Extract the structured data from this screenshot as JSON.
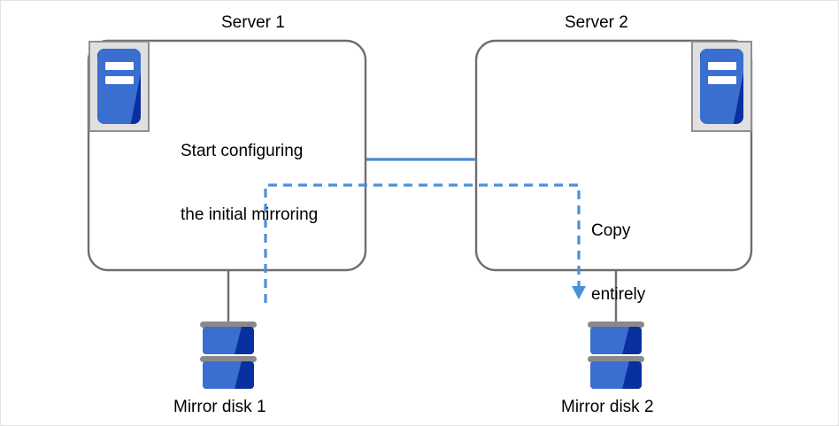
{
  "diagram": {
    "title_server1": "Server 1",
    "title_server2": "Server 2",
    "server1_body_text_line1": "Start configuring",
    "server1_body_text_line2": "the initial mirroring",
    "copy_label_line1": "Copy",
    "copy_label_line2": "entirely",
    "disk1_label": "Mirror disk 1",
    "disk2_label": "Mirror disk 2",
    "colors": {
      "box_outline": "#6e6e6e",
      "link_solid_blue": "#4a86d8",
      "link_dashed_blue": "#4a90d9",
      "icon_blue_light": "#3a6fd0",
      "icon_blue_dark": "#0a2f9e",
      "icon_frame_gray": "#8f8f8f",
      "icon_frame_fill": "#e0e0e0",
      "disk_cap_gray": "#8a8a8a",
      "text": "#000000",
      "page_border": "#e3e3e3",
      "background": "#ffffff"
    }
  }
}
